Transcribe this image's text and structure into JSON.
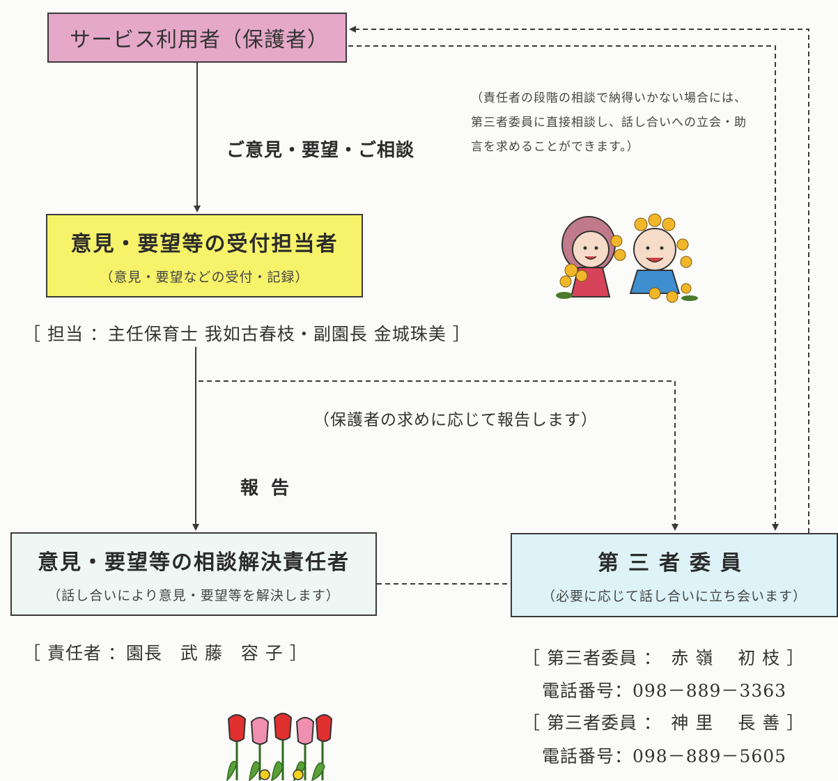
{
  "boxes": {
    "user": "サービス利用者（保護者）",
    "reception": {
      "title": "意見・要望等の受付担当者",
      "sub": "（意見・要望などの受付・記録）"
    },
    "responsible": {
      "title": "意見・要望等の相談解決責任者",
      "sub": "（話し合いにより意見・要望等を解決します）"
    },
    "third_party": {
      "title": "第三者委員",
      "sub": "（必要に応じて話し合いに立ち会います）"
    }
  },
  "labels": {
    "request": "ご意見・要望・ご相談",
    "report": "報告",
    "parent_request": "（保護者の求めに応じて報告します）"
  },
  "note": "（責任者の段階の相談で納得いかない場合には、第三者委員に直接相談し、話し合いへの立会・助言を求めることができます。）",
  "info": {
    "staff": "［ 担当 ：主任保育士 我如古春枝・副園長 金城珠美 ］",
    "responsible_person": "［ 責任者 ：園長　武 藤　容 子 ］",
    "third_party_1": "［ 第三者委員 ：　赤 嶺　 初 枝 ］",
    "third_party_1_phone": "電話番号：098－889－3363",
    "third_party_2": "［ 第三者委員 ：　神 里　 長 善 ］",
    "third_party_2_phone": "電話番号：098－889－5605"
  },
  "illustrations": {
    "children": "children-with-flowers",
    "tulips": "tulips"
  },
  "colors": {
    "user_box": "#e6a8c8",
    "reception_box": "#f6f26a",
    "responsible_box": "#eef7f4",
    "third_party_box": "#ddf3f7",
    "line": "#3a3a3a"
  }
}
